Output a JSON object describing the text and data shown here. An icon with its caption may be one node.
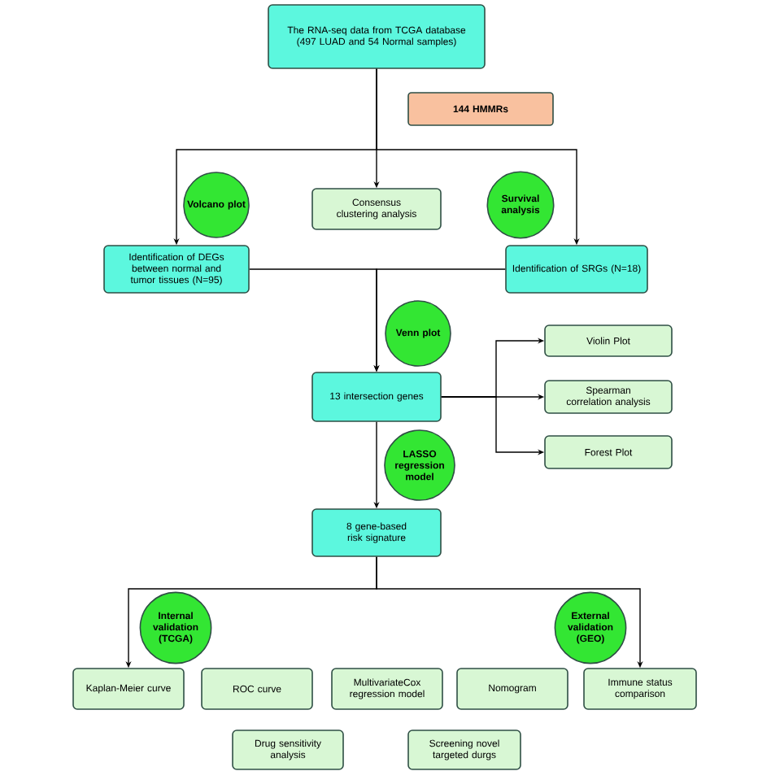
{
  "diagram": {
    "nodes": [
      {
        "text": [
          "The RNA-seq data from TCGA database (497 LUAD and 54 Normal samples)"
        ]
      },
      {
        "text": [
          "144 HMMRs"
        ]
      },
      {
        "text": [
          "Volcano plot"
        ]
      },
      {
        "text": [
          "Consensus clustering analysis"
        ]
      },
      {
        "text": [
          "Survival analysis"
        ]
      },
      {
        "text": [
          "Identification of DEGs between normal and tumor tissues (N=95)"
        ]
      },
      {
        "text": [
          "Identification of SRGs (N=18)"
        ]
      },
      {
        "text": [
          "Venn plot"
        ]
      },
      {
        "text": [
          "13 intersection genes"
        ]
      },
      {
        "text": [
          "Violin Plot"
        ]
      },
      {
        "text": [
          "Spearman correlation analysis"
        ]
      },
      {
        "text": [
          "Forest Plot"
        ]
      },
      {
        "text": [
          "LASSO regression model"
        ]
      },
      {
        "text": [
          "8 gene-based risk signature"
        ]
      },
      {
        "text": [
          "Internal validation (TCGA)"
        ]
      },
      {
        "text": [
          "External validation (GEO)"
        ]
      },
      {
        "text": [
          "Kaplan-Meier curve"
        ]
      },
      {
        "text": [
          "ROC curve"
        ]
      },
      {
        "text": [
          "MultivariateCox regression model"
        ]
      },
      {
        "text": [
          "Nomogram"
        ]
      },
      {
        "text": [
          "Immune status comparison"
        ]
      },
      {
        "text": [
          "Drug sensitivity analysis"
        ]
      },
      {
        "text": [
          "Screening novel targeted durgs"
        ]
      }
    ],
    "edges": [
      {
        "from": 0,
        "to": 5,
        "arrow": "to"
      },
      {
        "from": 0,
        "to": 3,
        "arrow": "to"
      },
      {
        "from": 0,
        "to": 6,
        "arrow": "to"
      },
      {
        "from": 5,
        "to": 8,
        "arrow": "to"
      },
      {
        "from": 6,
        "to": 8,
        "arrow": "to"
      },
      {
        "from": 8,
        "to": 9,
        "arrow": "to"
      },
      {
        "from": 8,
        "to": 10,
        "arrow": "to"
      },
      {
        "from": 8,
        "to": 11,
        "arrow": "to"
      },
      {
        "from": 8,
        "to": 13,
        "arrow": "to"
      },
      {
        "from": 13,
        "to": 16,
        "arrow": "to"
      },
      {
        "from": 13,
        "to": 20,
        "arrow": "to"
      }
    ]
  }
}
